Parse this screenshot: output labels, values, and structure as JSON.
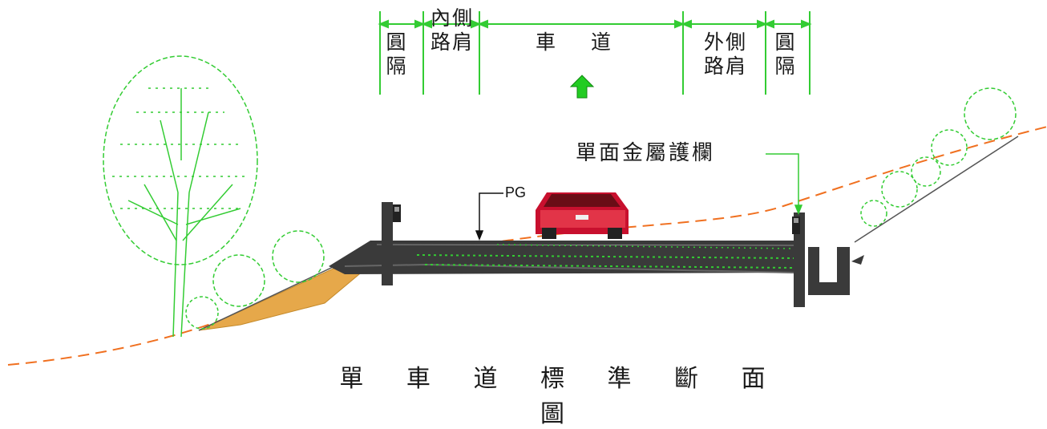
{
  "title": "單 車 道 標 準 斷 面 圖",
  "segments": {
    "left_median": "圓\n隔",
    "inner_shoulder": "內側\n路肩",
    "carriageway": "車 道",
    "outer_shoulder": "外側\n路肩",
    "right_median": "圓\n隔"
  },
  "pg_label": "PG",
  "guardrail_label": "單面金屬護欄",
  "colors": {
    "dimension_line": "#33cc33",
    "tree": "#33cc33",
    "road": "#3a3a3a",
    "fill_slope": "#e0a040",
    "ground_line": "#f07020",
    "car": "#c8102e"
  },
  "icons": [
    "up-arrow-icon",
    "car-icon",
    "tree-icon",
    "guardrail-icon",
    "drain-icon"
  ]
}
